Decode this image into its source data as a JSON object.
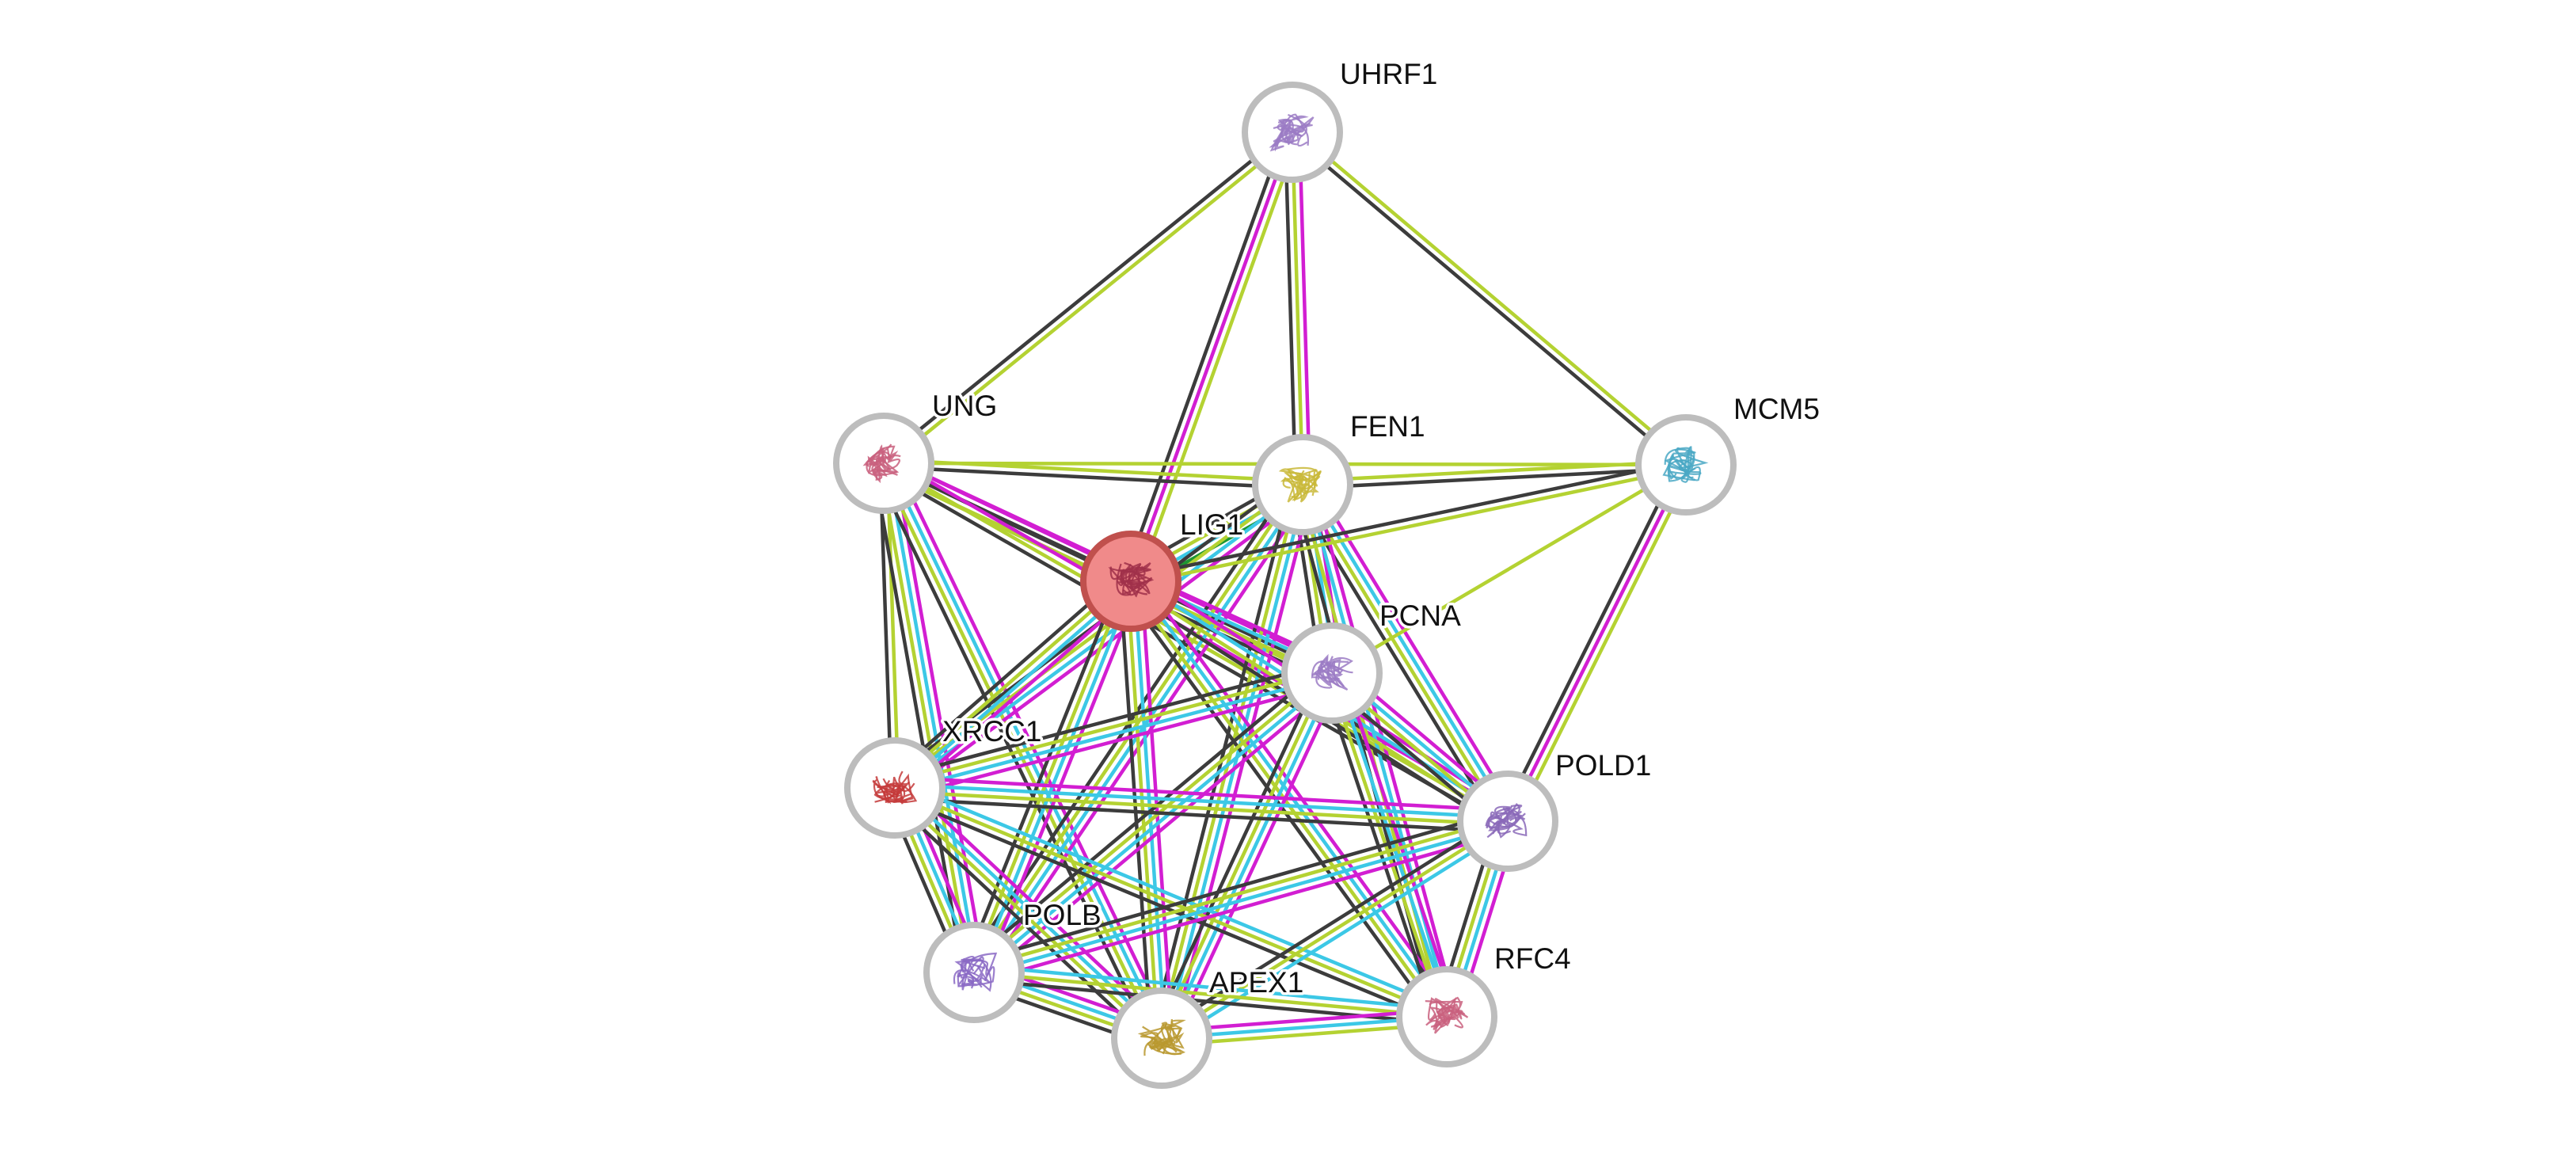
{
  "network": {
    "query_protein": "LIG1",
    "evidence_colors": {
      "experiments": "#d21ed2",
      "databases": "#3cc8e6",
      "textmining": "#b4d232",
      "coexpression": "#3c3c3c",
      "neighborhood": "#1e9632"
    },
    "nodes": [
      {
        "id": "UHRF1",
        "label": "UHRF1",
        "color": "#9b7bc4",
        "query": false
      },
      {
        "id": "UNG",
        "label": "UNG",
        "color": "#c9607e",
        "query": false
      },
      {
        "id": "FEN1",
        "label": "FEN1",
        "color": "#c9b938",
        "query": false
      },
      {
        "id": "MCM5",
        "label": "MCM5",
        "color": "#4aa8c4",
        "query": false
      },
      {
        "id": "LIG1",
        "label": "LIG1",
        "color": "#a0304a",
        "query": true
      },
      {
        "id": "PCNA",
        "label": "PCNA",
        "color": "#9b7bc4",
        "query": false
      },
      {
        "id": "XRCC1",
        "label": "XRCC1",
        "color": "#c43a3a",
        "query": false
      },
      {
        "id": "POLD1",
        "label": "POLD1",
        "color": "#8a68b8",
        "query": false
      },
      {
        "id": "POLB",
        "label": "POLB",
        "color": "#8a68c4",
        "query": false
      },
      {
        "id": "APEX1",
        "label": "APEX1",
        "color": "#b8982e",
        "query": false
      },
      {
        "id": "RFC4",
        "label": "RFC4",
        "color": "#c9607e",
        "query": false
      }
    ],
    "edges": [
      {
        "a": "UHRF1",
        "b": "UNG",
        "ev": [
          "textmining",
          "coexpression"
        ]
      },
      {
        "a": "UHRF1",
        "b": "LIG1",
        "ev": [
          "textmining",
          "experiments",
          "coexpression"
        ]
      },
      {
        "a": "UHRF1",
        "b": "FEN1",
        "ev": [
          "experiments",
          "textmining",
          "coexpression"
        ]
      },
      {
        "a": "UHRF1",
        "b": "MCM5",
        "ev": [
          "textmining",
          "coexpression"
        ]
      },
      {
        "a": "UNG",
        "b": "FEN1",
        "ev": [
          "textmining",
          "coexpression"
        ]
      },
      {
        "a": "UNG",
        "b": "MCM5",
        "ev": [
          "textmining"
        ]
      },
      {
        "a": "UNG",
        "b": "LIG1",
        "ev": [
          "experiments",
          "coexpression",
          "textmining"
        ]
      },
      {
        "a": "UNG",
        "b": "PCNA",
        "ev": [
          "experiments",
          "coexpression",
          "textmining"
        ]
      },
      {
        "a": "UNG",
        "b": "XRCC1",
        "ev": [
          "textmining",
          "coexpression"
        ]
      },
      {
        "a": "UNG",
        "b": "POLB",
        "ev": [
          "experiments",
          "databases",
          "textmining",
          "coexpression"
        ]
      },
      {
        "a": "UNG",
        "b": "APEX1",
        "ev": [
          "experiments",
          "databases",
          "textmining",
          "coexpression"
        ]
      },
      {
        "a": "UNG",
        "b": "POLD1",
        "ev": [
          "experiments",
          "textmining",
          "coexpression"
        ]
      },
      {
        "a": "FEN1",
        "b": "MCM5",
        "ev": [
          "textmining",
          "coexpression"
        ]
      },
      {
        "a": "FEN1",
        "b": "LIG1",
        "ev": [
          "neighborhood",
          "databases",
          "textmining",
          "coexpression"
        ]
      },
      {
        "a": "FEN1",
        "b": "PCNA",
        "ev": [
          "experiments",
          "databases",
          "textmining",
          "coexpression"
        ]
      },
      {
        "a": "FEN1",
        "b": "POLD1",
        "ev": [
          "experiments",
          "databases",
          "textmining",
          "coexpression"
        ]
      },
      {
        "a": "FEN1",
        "b": "RFC4",
        "ev": [
          "experiments",
          "databases",
          "textmining",
          "coexpression"
        ]
      },
      {
        "a": "FEN1",
        "b": "XRCC1",
        "ev": [
          "experiments",
          "databases",
          "textmining",
          "coexpression"
        ]
      },
      {
        "a": "FEN1",
        "b": "POLB",
        "ev": [
          "experiments",
          "databases",
          "textmining",
          "coexpression"
        ]
      },
      {
        "a": "FEN1",
        "b": "APEX1",
        "ev": [
          "experiments",
          "databases",
          "textmining",
          "coexpression"
        ]
      },
      {
        "a": "MCM5",
        "b": "LIG1",
        "ev": [
          "textmining",
          "coexpression"
        ]
      },
      {
        "a": "MCM5",
        "b": "PCNA",
        "ev": [
          "textmining"
        ]
      },
      {
        "a": "MCM5",
        "b": "POLD1",
        "ev": [
          "textmining",
          "experiments",
          "coexpression"
        ]
      },
      {
        "a": "LIG1",
        "b": "PCNA",
        "ev": [
          "experiments",
          "databases",
          "textmining",
          "coexpression"
        ]
      },
      {
        "a": "LIG1",
        "b": "XRCC1",
        "ev": [
          "experiments",
          "databases",
          "textmining",
          "coexpression"
        ]
      },
      {
        "a": "LIG1",
        "b": "POLD1",
        "ev": [
          "experiments",
          "databases",
          "textmining",
          "coexpression"
        ]
      },
      {
        "a": "LIG1",
        "b": "POLB",
        "ev": [
          "experiments",
          "databases",
          "textmining",
          "coexpression"
        ]
      },
      {
        "a": "LIG1",
        "b": "APEX1",
        "ev": [
          "experiments",
          "databases",
          "textmining",
          "coexpression"
        ]
      },
      {
        "a": "LIG1",
        "b": "RFC4",
        "ev": [
          "experiments",
          "databases",
          "textmining",
          "coexpression"
        ]
      },
      {
        "a": "PCNA",
        "b": "XRCC1",
        "ev": [
          "experiments",
          "databases",
          "textmining",
          "coexpression"
        ]
      },
      {
        "a": "PCNA",
        "b": "POLD1",
        "ev": [
          "experiments",
          "databases",
          "textmining",
          "coexpression"
        ]
      },
      {
        "a": "PCNA",
        "b": "POLB",
        "ev": [
          "experiments",
          "databases",
          "textmining",
          "coexpression"
        ]
      },
      {
        "a": "PCNA",
        "b": "APEX1",
        "ev": [
          "experiments",
          "databases",
          "textmining",
          "coexpression"
        ]
      },
      {
        "a": "PCNA",
        "b": "RFC4",
        "ev": [
          "experiments",
          "databases",
          "textmining",
          "coexpression"
        ]
      },
      {
        "a": "XRCC1",
        "b": "POLD1",
        "ev": [
          "experiments",
          "databases",
          "textmining",
          "coexpression"
        ]
      },
      {
        "a": "XRCC1",
        "b": "POLB",
        "ev": [
          "experiments",
          "databases",
          "textmining",
          "coexpression"
        ]
      },
      {
        "a": "XRCC1",
        "b": "APEX1",
        "ev": [
          "experiments",
          "databases",
          "textmining",
          "coexpression"
        ]
      },
      {
        "a": "XRCC1",
        "b": "RFC4",
        "ev": [
          "databases",
          "textmining",
          "coexpression"
        ]
      },
      {
        "a": "POLD1",
        "b": "POLB",
        "ev": [
          "experiments",
          "databases",
          "textmining",
          "coexpression"
        ]
      },
      {
        "a": "POLD1",
        "b": "APEX1",
        "ev": [
          "databases",
          "textmining",
          "coexpression"
        ]
      },
      {
        "a": "POLD1",
        "b": "RFC4",
        "ev": [
          "experiments",
          "databases",
          "textmining",
          "coexpression"
        ]
      },
      {
        "a": "POLB",
        "b": "APEX1",
        "ev": [
          "experiments",
          "databases",
          "textmining",
          "coexpression"
        ]
      },
      {
        "a": "POLB",
        "b": "RFC4",
        "ev": [
          "databases",
          "textmining",
          "coexpression"
        ]
      },
      {
        "a": "APEX1",
        "b": "RFC4",
        "ev": [
          "experiments",
          "databases",
          "textmining"
        ]
      }
    ]
  }
}
